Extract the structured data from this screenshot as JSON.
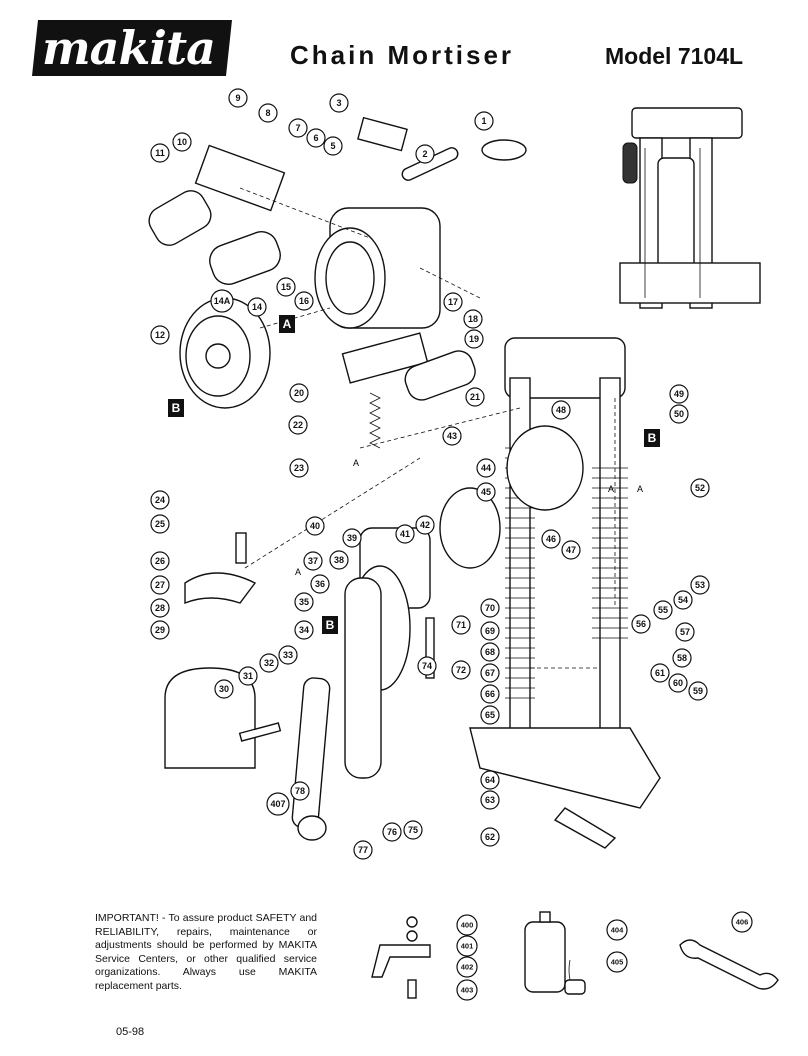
{
  "header": {
    "brand": "makita",
    "title": "Chain Mortiser",
    "model": "Model 7104L"
  },
  "diagram": {
    "callouts": [
      "1",
      "2",
      "3",
      "5",
      "6",
      "7",
      "8",
      "9",
      "10",
      "11",
      "12",
      "14",
      "14A",
      "15",
      "16",
      "17",
      "18",
      "19",
      "20",
      "21",
      "22",
      "23",
      "24",
      "25",
      "26",
      "27",
      "28",
      "29",
      "30",
      "31",
      "32",
      "33",
      "34",
      "35",
      "36",
      "37",
      "38",
      "39",
      "40",
      "41",
      "42",
      "43",
      "44",
      "45",
      "46",
      "47",
      "48",
      "49",
      "50",
      "52",
      "53",
      "54",
      "55",
      "56",
      "57",
      "58",
      "59",
      "60",
      "61",
      "62",
      "63",
      "64",
      "65",
      "66",
      "67",
      "68",
      "69",
      "70",
      "71",
      "72",
      "74",
      "75",
      "76",
      "77",
      "78",
      "407"
    ],
    "ref_labels": [
      "A",
      "B",
      "B",
      "B"
    ],
    "inline_letters": [
      "A",
      "A",
      "A",
      "A"
    ]
  },
  "accessories": {
    "callouts": [
      "400",
      "401",
      "402",
      "403",
      "404",
      "405",
      "406"
    ]
  },
  "note": "IMPORTANT! - To assure product SAFETY and RELIABILITY, repairs, maintenance or adjustments should be performed by MAKITA Service Centers, or other qualified service organizations. Always use MAKITA replacement parts.",
  "footer": {
    "date": "05-98"
  },
  "colors": {
    "ink": "#111111",
    "background": "#ffffff"
  }
}
